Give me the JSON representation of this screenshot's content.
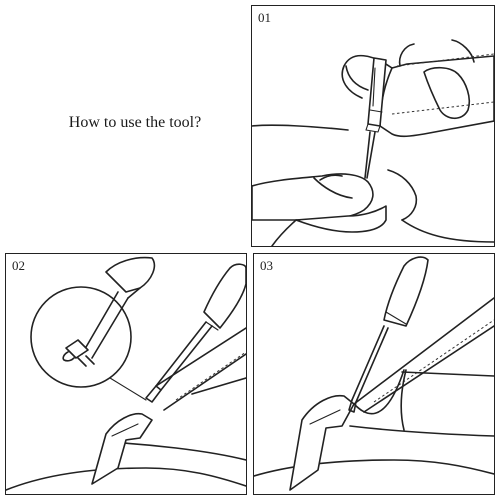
{
  "title": "How to use the tool?",
  "steps": [
    {
      "label": "01"
    },
    {
      "label": "02"
    },
    {
      "label": "03"
    }
  ]
}
